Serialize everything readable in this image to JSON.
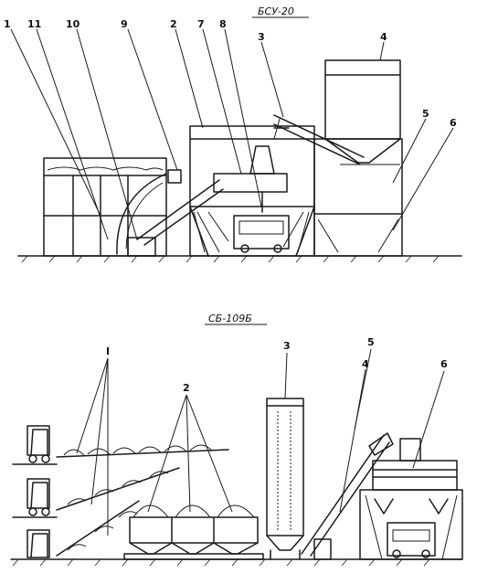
{
  "top_diagram": {
    "title": "БСУ-20",
    "callouts": [
      "1",
      "11",
      "10",
      "9",
      "2",
      "7",
      "8",
      "3",
      "4",
      "5",
      "6"
    ]
  },
  "bottom_diagram": {
    "title": "СБ-109Б",
    "callouts": [
      "I",
      "2",
      "3",
      "4",
      "5",
      "6"
    ]
  },
  "colors": {
    "ink": "#1a1a1a",
    "paper": "#ffffff"
  }
}
